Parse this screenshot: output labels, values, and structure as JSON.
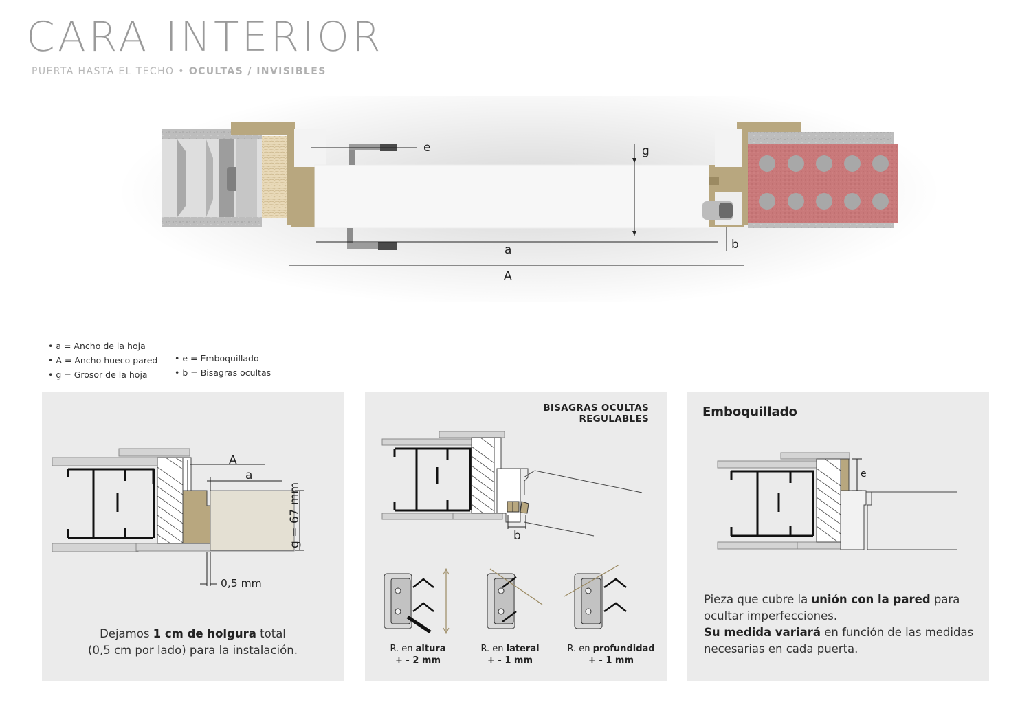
{
  "header": {
    "title": "CARA INTERIOR",
    "subtitle_prefix": "PUERTA HASTA EL TECHO •",
    "subtitle_bold": "OCULTAS / INVISIBLES"
  },
  "top_diagram": {
    "label_e": "e",
    "label_g": "g",
    "label_a": "a",
    "label_A": "A",
    "label_b": "b"
  },
  "legend": {
    "col1": [
      "• a = Ancho de la hoja",
      "• A = Ancho hueco pared",
      "• g = Grosor de la hoja"
    ],
    "col2": [
      "• e = Emboquillado",
      "• b = Bisagras ocultas"
    ]
  },
  "panel1": {
    "label_A": "A",
    "label_a": "a",
    "label_g": "g = 67 mm",
    "label_gap": "0,5 mm",
    "text_line1_pre": "Dejamos ",
    "text_line1_bold": "1 cm de holgura",
    "text_line1_post": " total",
    "text_line2": "(0,5 cm por lado) para la instalación."
  },
  "panel2": {
    "title_line1": "BISAGRAS OCULTAS",
    "title_line2": "REGULABLES",
    "label_b": "b",
    "adjustments": [
      {
        "prefix": "R. en ",
        "bold": "altura",
        "value": "+ - 2 mm"
      },
      {
        "prefix": "R. en ",
        "bold": "lateral",
        "value": "+ - 1 mm"
      },
      {
        "prefix": "R. en ",
        "bold": "profundidad",
        "value": "+ - 1 mm"
      }
    ]
  },
  "panel3": {
    "title": "Emboquillado",
    "label_e": "e",
    "text_p1_pre": "Pieza que cubre la ",
    "text_p1_bold": "unión con la pared",
    "text_p1_post": " para ocultar imperfecciones.",
    "text_p2_bold": "Su medida variará",
    "text_p2_post": " en función de las medidas necesarias en cada puerta."
  },
  "colors": {
    "frame_gold": "#b8a77f",
    "brick": "#c9797a",
    "concrete": "#b5b5b5",
    "panel_bg": "#ebebeb",
    "leaf_beige": "#e4e0d3",
    "title_grey": "#9a9a9a"
  }
}
